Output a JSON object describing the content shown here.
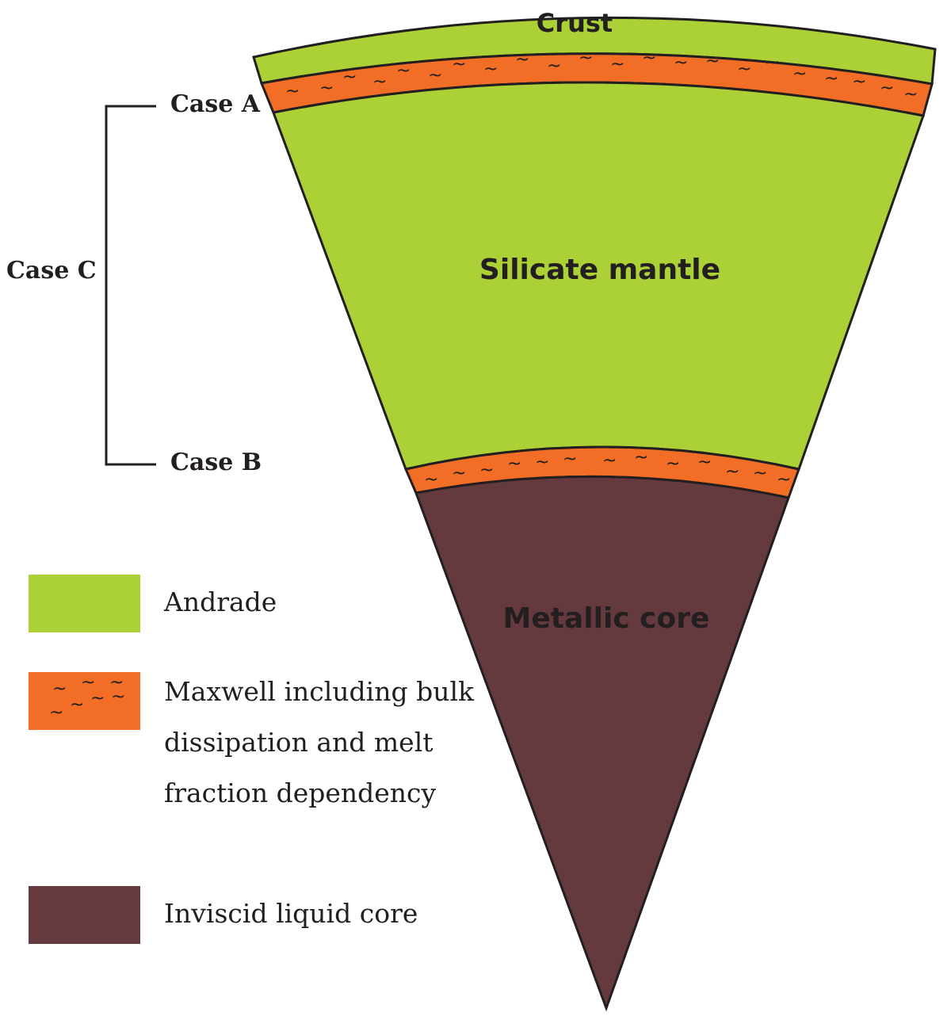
{
  "colors": {
    "andrade": "#acd136",
    "maxwell": "#f26e26",
    "core": "#653a3e",
    "outline": "#231f20"
  },
  "layers": {
    "crust": "Crust",
    "mantle": "Silicate mantle",
    "core": "Metallic core"
  },
  "cases": {
    "a": "Case A",
    "b": "Case B",
    "c": "Case C"
  },
  "legend": {
    "andrade": "Andrade",
    "maxwell": [
      "Maxwell including bulk",
      "dissipation and melt",
      "fraction dependency"
    ],
    "core": "Inviscid liquid core"
  },
  "icons": {
    "wave": "tilde-wave-icon"
  }
}
